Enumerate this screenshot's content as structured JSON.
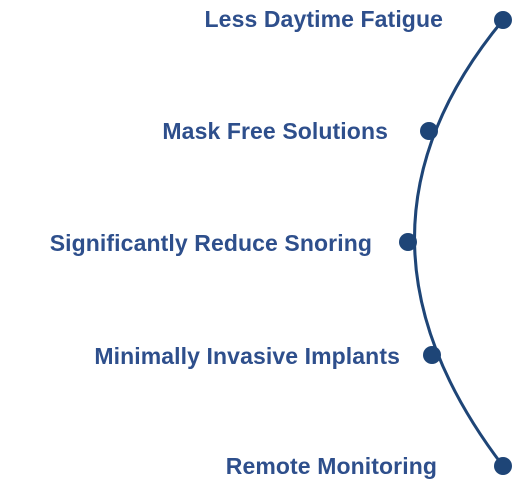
{
  "colors": {
    "accent": "#1e4577",
    "text": "#2e4f8c"
  },
  "benefits": [
    {
      "label": "Less Daytime Fatigue"
    },
    {
      "label": "Mask Free Solutions"
    },
    {
      "label": "Significantly Reduce Snoring"
    },
    {
      "label": "Minimally Invasive Implants"
    },
    {
      "label": "Remote Monitoring"
    }
  ]
}
